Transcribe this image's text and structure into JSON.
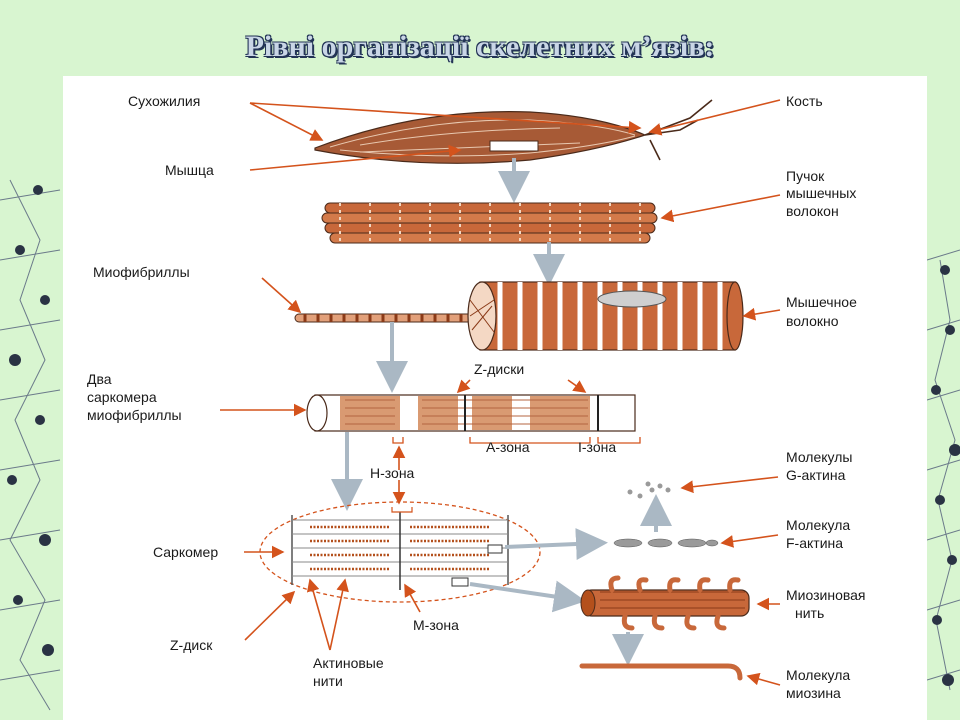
{
  "title": "Рівні організації скелетних м’язів:",
  "labels": {
    "tendons": "Сухожилия",
    "bone": "Кость",
    "muscle": "Мышца",
    "bundle_1": "Пучок",
    "bundle_2": "мышечных",
    "bundle_3": "волокон",
    "myofibrils": "Миофибриллы",
    "fiber_1": "Мышечное",
    "fiber_2": "волокно",
    "two_sarc_1": "Два",
    "two_sarc_2": "саркомера",
    "two_sarc_3": "миофибриллы",
    "z_discs": "Z-диски",
    "a_zone": "А-зона",
    "i_zone": "I-зона",
    "h_zone": "Н-зона",
    "g_actin_1": "Молекулы",
    "g_actin_2": "G-актина",
    "f_actin_1": "Молекула",
    "f_actin_2": "F-актина",
    "sarcomere": "Саркомер",
    "myosin_fil_1": "Миозиновая",
    "myosin_fil_2": "нить",
    "z_disc": "Z-диск",
    "m_zone": "М-зона",
    "actin_1": "Актиновые",
    "actin_2": "нити",
    "myosin_mol_1": "Молекула",
    "myosin_mol_2": "миозина"
  },
  "colors": {
    "accent": "#d4531c",
    "band": "#c8683a",
    "arrow_gray": "#aab8c4",
    "background": "#d8f5d0",
    "title": "#c9d6e6"
  }
}
